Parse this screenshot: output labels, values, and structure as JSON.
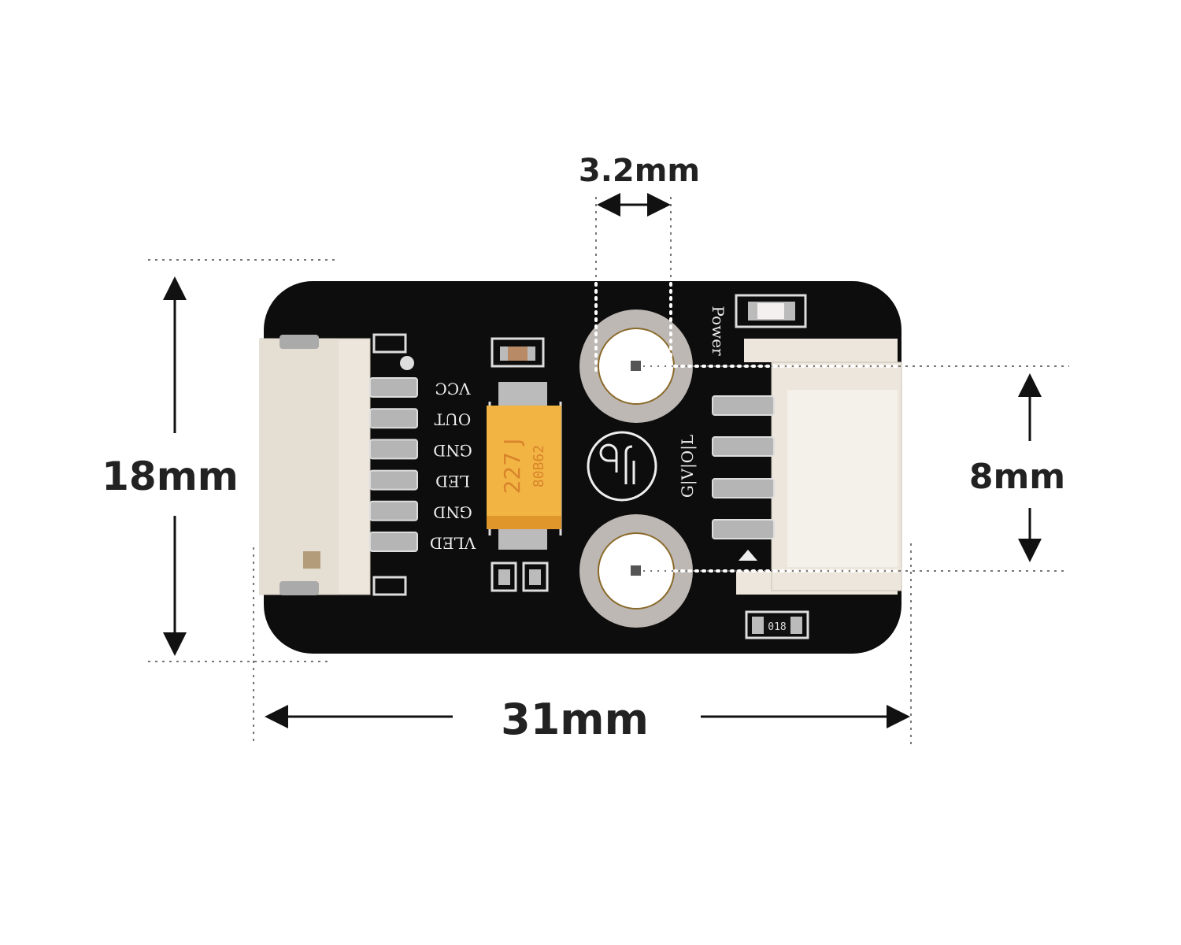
{
  "dimensions": {
    "hole_diameter": "3.2mm",
    "board_height": "18mm",
    "hole_spacing": "8mm",
    "board_width": "31mm"
  },
  "silkscreen": {
    "left_pins": [
      "VCC",
      "OUT",
      "GND",
      "LED",
      "GND",
      "VLED"
    ],
    "right_pins": "G|V|O|L",
    "power_label": "Power",
    "capacitor_code": "227 J",
    "capacitor_lot": "80B62",
    "resistor_code": "018"
  },
  "colors": {
    "pcb": "#0d0d0d",
    "capacitor": "#f2b544",
    "connector": "#ece6dc"
  }
}
